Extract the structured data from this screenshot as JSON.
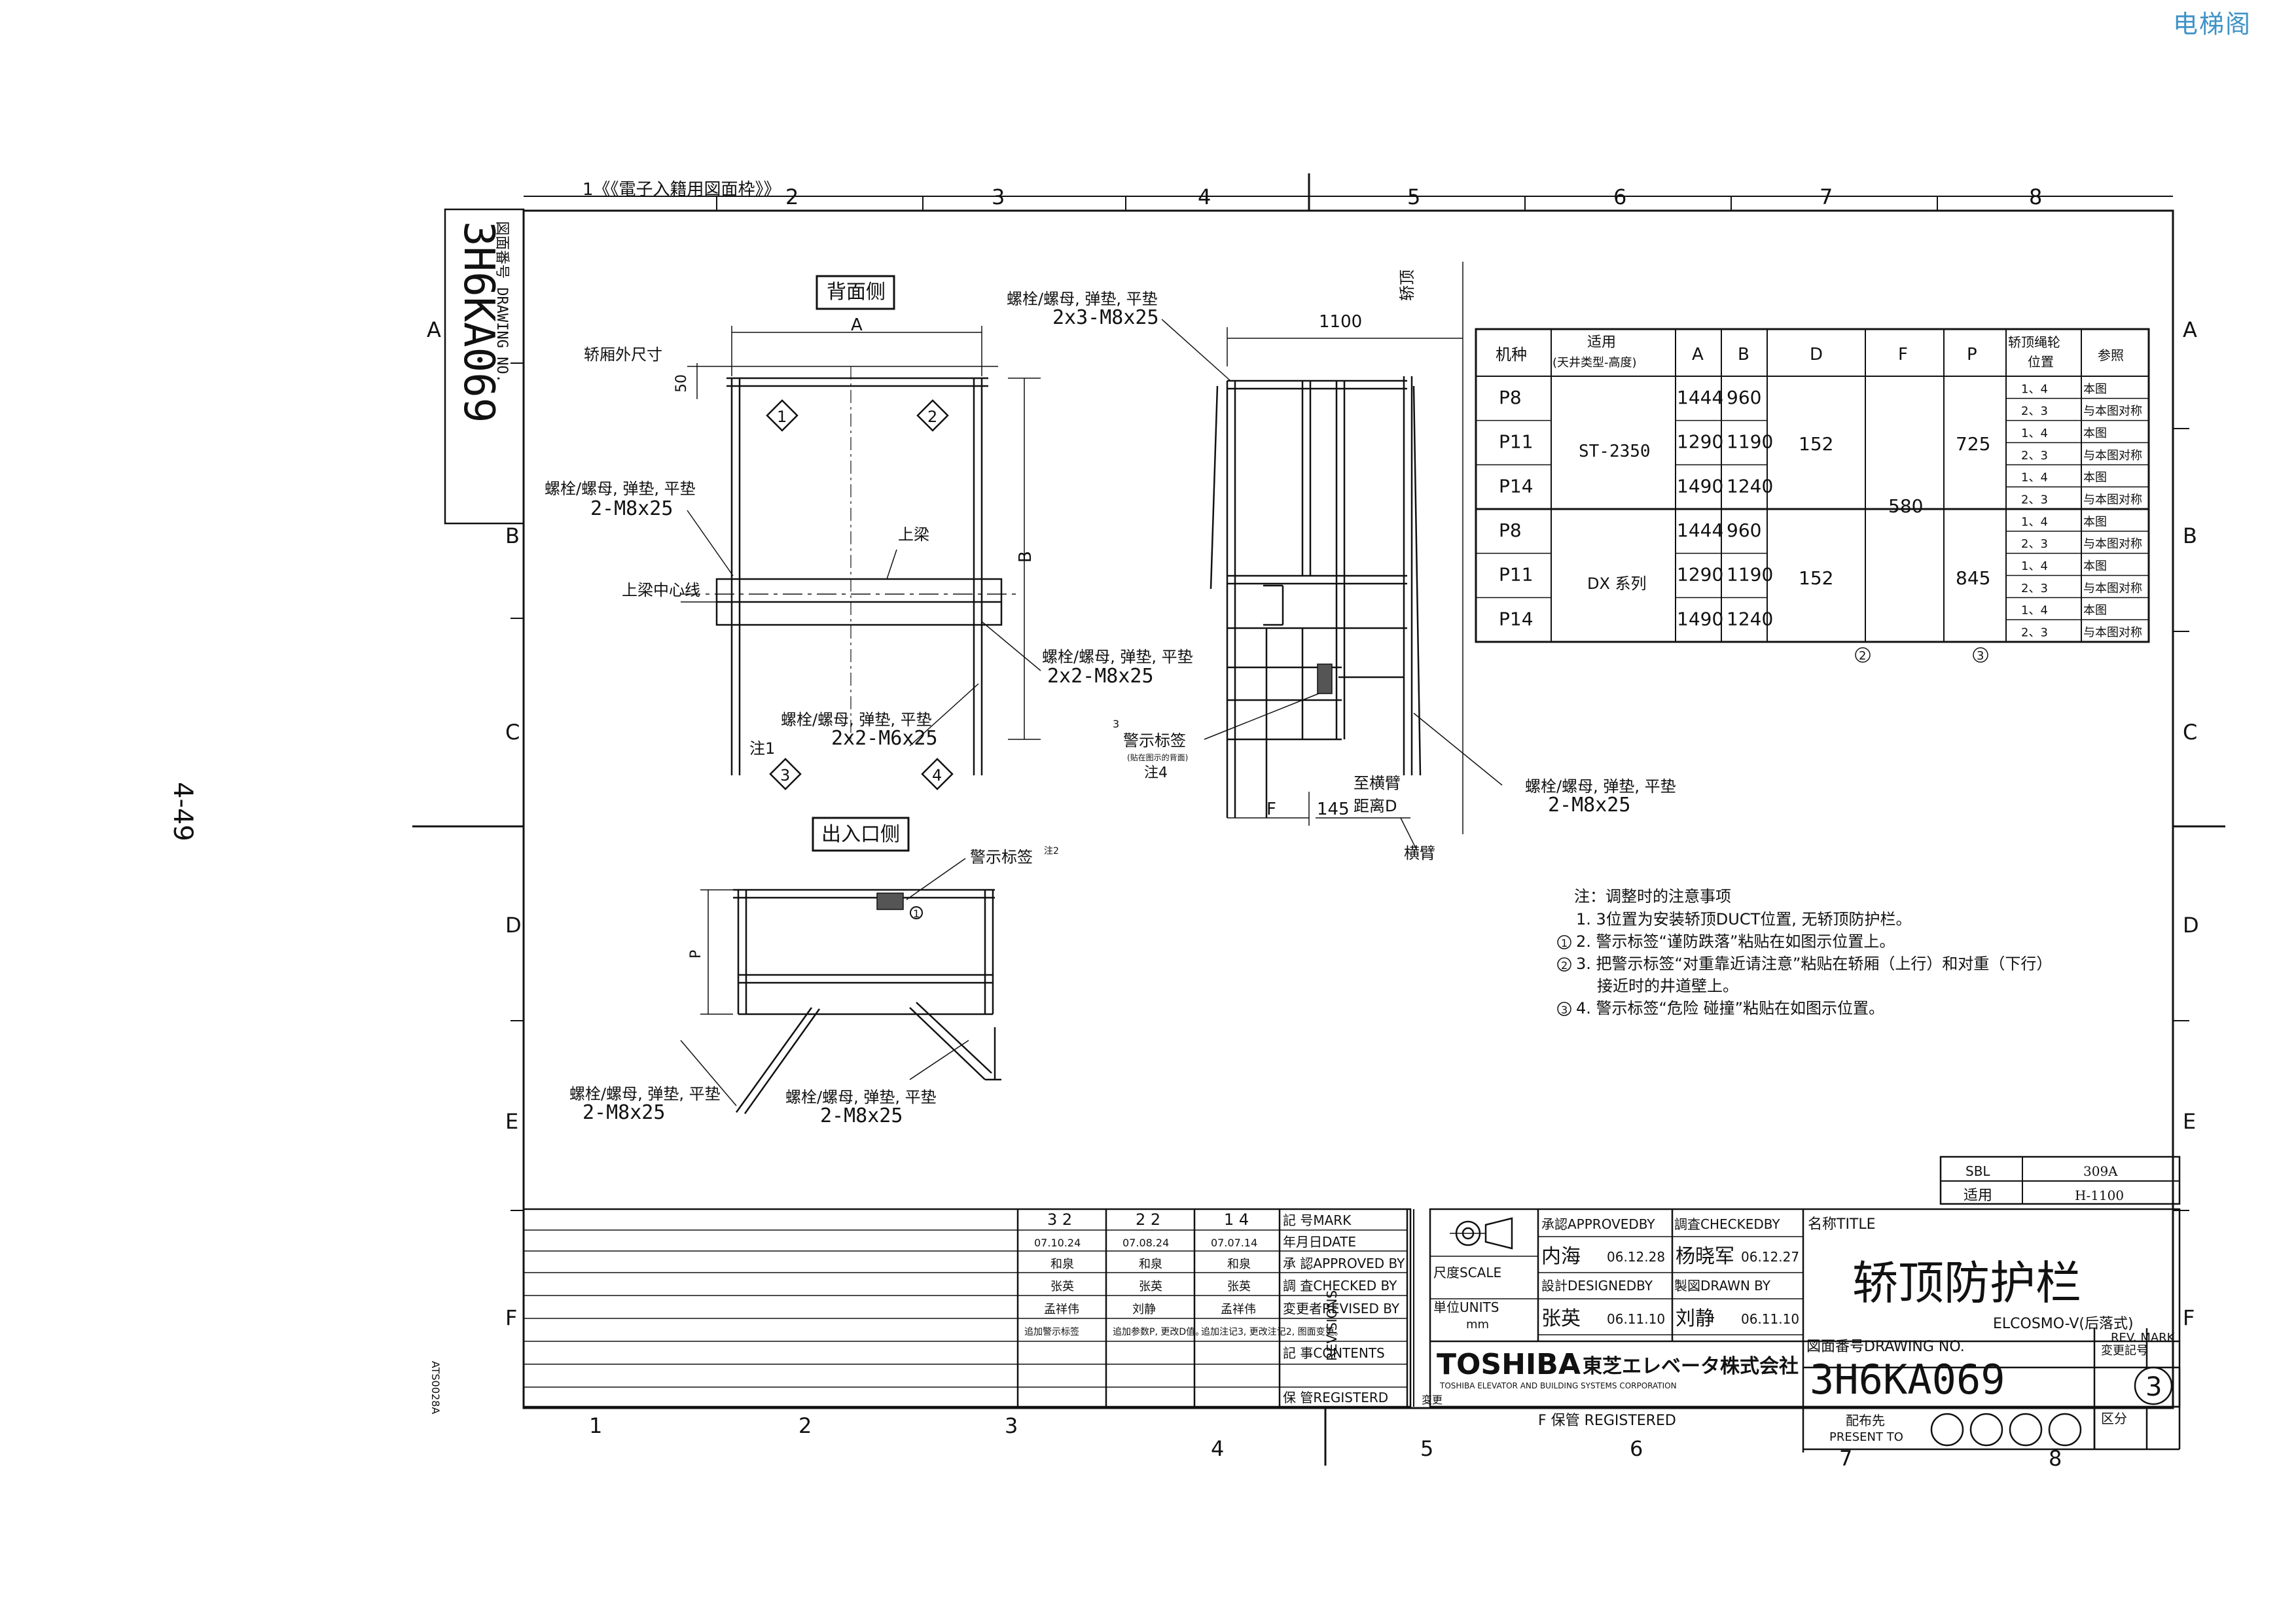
{
  "watermark": "电梯阁",
  "page_number": "4-49",
  "side_code": "ATS0028A",
  "header_note": "1《《電子入籍用図面枠》》",
  "grid": {
    "top": [
      "2",
      "3",
      "4",
      "5",
      "6",
      "7",
      "8"
    ],
    "bottom": [
      "1",
      "2",
      "3",
      "4",
      "5",
      "6",
      "7",
      "8"
    ],
    "rows": [
      "A",
      "B",
      "C",
      "D",
      "E",
      "F"
    ]
  },
  "drawing_no_vertical": {
    "label": "図面番号 DRAWING NO.",
    "value": "3H6KA069"
  },
  "views": {
    "back": {
      "title": "背面侧",
      "car_size": "轿厢外尺寸",
      "dim_a": "A",
      "dim_50": "50",
      "dim_b": "B",
      "beam": "上梁",
      "beam_center": "上梁中心线",
      "bolt_left_1": "螺栓/螺母, 弹垫, 平垫",
      "bolt_left_2": "2-M8x25",
      "bolt_center_1": "螺栓/螺母, 弹垫, 平垫",
      "bolt_center_2": "2x2-M6x25",
      "bolt_right_1": "螺栓/螺母, 弹垫, 平垫",
      "bolt_right_2": "2x2-M8x25",
      "note1": "注1",
      "m1": "1",
      "m2": "2",
      "m3": "3",
      "m4": "4"
    },
    "entrance": {
      "title": "出入口侧",
      "warning": "警示标签",
      "warning_note": "注2",
      "p": "P",
      "circle1": "1",
      "bolt_l_1": "螺栓/螺母, 弹垫, 平垫",
      "bolt_l_2": "2-M8x25",
      "bolt_r_1": "螺栓/螺母, 弹垫, 平垫",
      "bolt_r_2": "2-M8x25"
    },
    "side": {
      "top_bolt_1": "螺栓/螺母, 弹垫, 平垫",
      "top_bolt_2": "2x3-M8x25",
      "dim_1100": "1100",
      "car_top": "轿顶",
      "warning": "警示标签",
      "warning_sub": "(贴在图示的背面)",
      "note4": "注4",
      "circle3": "3",
      "dim_f": "F",
      "dim_145": "145",
      "crossarm_to": "至横臂",
      "distance_d": "距离D",
      "crossarm": "横臂",
      "bolt_1": "螺栓/螺母, 弹垫, 平垫",
      "bolt_2": "2-M8x25"
    }
  },
  "spec_table": {
    "headers": [
      "机种",
      "适用",
      "(天井类型-高度)",
      "A",
      "B",
      "D",
      "F",
      "P",
      "轿顶绳轮",
      "位置",
      "参照"
    ],
    "groups": [
      {
        "applies": "ST-2350",
        "D": "152",
        "P": "725",
        "rows": [
          {
            "model": "P8",
            "A": "1444",
            "B": "960"
          },
          {
            "model": "P11",
            "A": "1290",
            "B": "1190"
          },
          {
            "model": "P14",
            "A": "1490",
            "B": "1240"
          }
        ]
      },
      {
        "applies": "DX 系列",
        "D": "152",
        "P": "845",
        "rows": [
          {
            "model": "P8",
            "A": "1444",
            "B": "960"
          },
          {
            "model": "P11",
            "A": "1290",
            "B": "1190"
          },
          {
            "model": "P14",
            "A": "1490",
            "B": "1240"
          }
        ]
      }
    ],
    "F": "580",
    "positions": [
      "1、4",
      "2、3",
      "1、4",
      "2、3",
      "1、4",
      "2、3",
      "1、4",
      "2、3",
      "1、4",
      "2、3",
      "1、4",
      "2、3"
    ],
    "refs": [
      "本图",
      "与本图对称",
      "本图",
      "与本图对称",
      "本图",
      "与本图对称",
      "本图",
      "与本图对称",
      "本图",
      "与本图对称",
      "本图",
      "与本图对称"
    ],
    "foot_marks": [
      "2",
      "3"
    ]
  },
  "notes": {
    "title": "注：调整时的注意事项",
    "items": [
      "1. 3位置为安装轿顶DUCT位置, 无轿顶防护栏。",
      "2. 警示标签“谨防跌落”粘贴在如图示位置上。",
      "3. 把警示标签“对重靠近请注意”粘贴在轿厢（上行）和对重（下行）",
      "接近时的井道壁上。",
      "4. 警示标签“危险  碰撞”粘贴在如图示位置。"
    ],
    "marks": [
      "1",
      "2",
      "3"
    ]
  },
  "sbl_box": {
    "sbl": "SBL",
    "sbl_val": "309A",
    "apply": "适用",
    "apply_val": "H-1100"
  },
  "revisions": {
    "marks": [
      "3 2",
      "2 2",
      "1 4"
    ],
    "dates": [
      "07.10.24",
      "07.08.24",
      "07.07.14"
    ],
    "approved": [
      "和泉",
      "和泉",
      "和泉"
    ],
    "checked": [
      "张英",
      "张英",
      "张英"
    ],
    "revised": [
      "孟祥伟",
      "刘静",
      "孟祥伟"
    ],
    "contents": [
      "追加警示标签",
      "追加参数P, 更改D值。",
      "追加注记3, 更改注记2, 图面变更。"
    ],
    "labels": {
      "mark": "記  号MARK",
      "date": "年月日DATE",
      "approved": "承  認APPROVED BY",
      "checked": "調  査CHECKED BY",
      "revised": "変更者REVISED BY",
      "contents": "記  事CONTENTS",
      "registered": "保  管REGISTERD",
      "side": "REVISIONS",
      "side2": "変更"
    }
  },
  "title_block": {
    "scale_label": "尺度SCALE",
    "units_label": "単位UNITS",
    "units_val": "mm",
    "approved_label": "承認APPROVEDBY",
    "approved_name": "内海",
    "approved_date": "06.12.28",
    "checked_label": "調査CHECKEDBY",
    "checked_name": "杨晓军",
    "checked_date": "06.12.27",
    "designed_label": "設計DESIGNEDBY",
    "designed_name": "张英",
    "designed_date": "06.11.10",
    "drawn_label": "製図DRAWN BY",
    "drawn_name": "刘静",
    "drawn_date": "06.11.10",
    "company_brand": "TOSHIBA",
    "company_jp": "東芝エレベータ株式会社",
    "company_en": "TOSHIBA ELEVATOR AND BUILDING SYSTEMS CORPORATION",
    "title_label": "名称TITLE",
    "title": "轿顶防护栏",
    "subtitle": "ELCOSMO-V(后落式)",
    "drawing_no_label": "図面番号DRAWING NO.",
    "drawing_no": "3H6KA069",
    "rev_label": "変更記号",
    "rev_mark_label": "REV. MARK",
    "rev_mark": "3",
    "registered": "F 保管 REGISTERED",
    "present_to_1": "配布先",
    "present_to_2": "PRESENT TO",
    "class_label": "区分"
  }
}
